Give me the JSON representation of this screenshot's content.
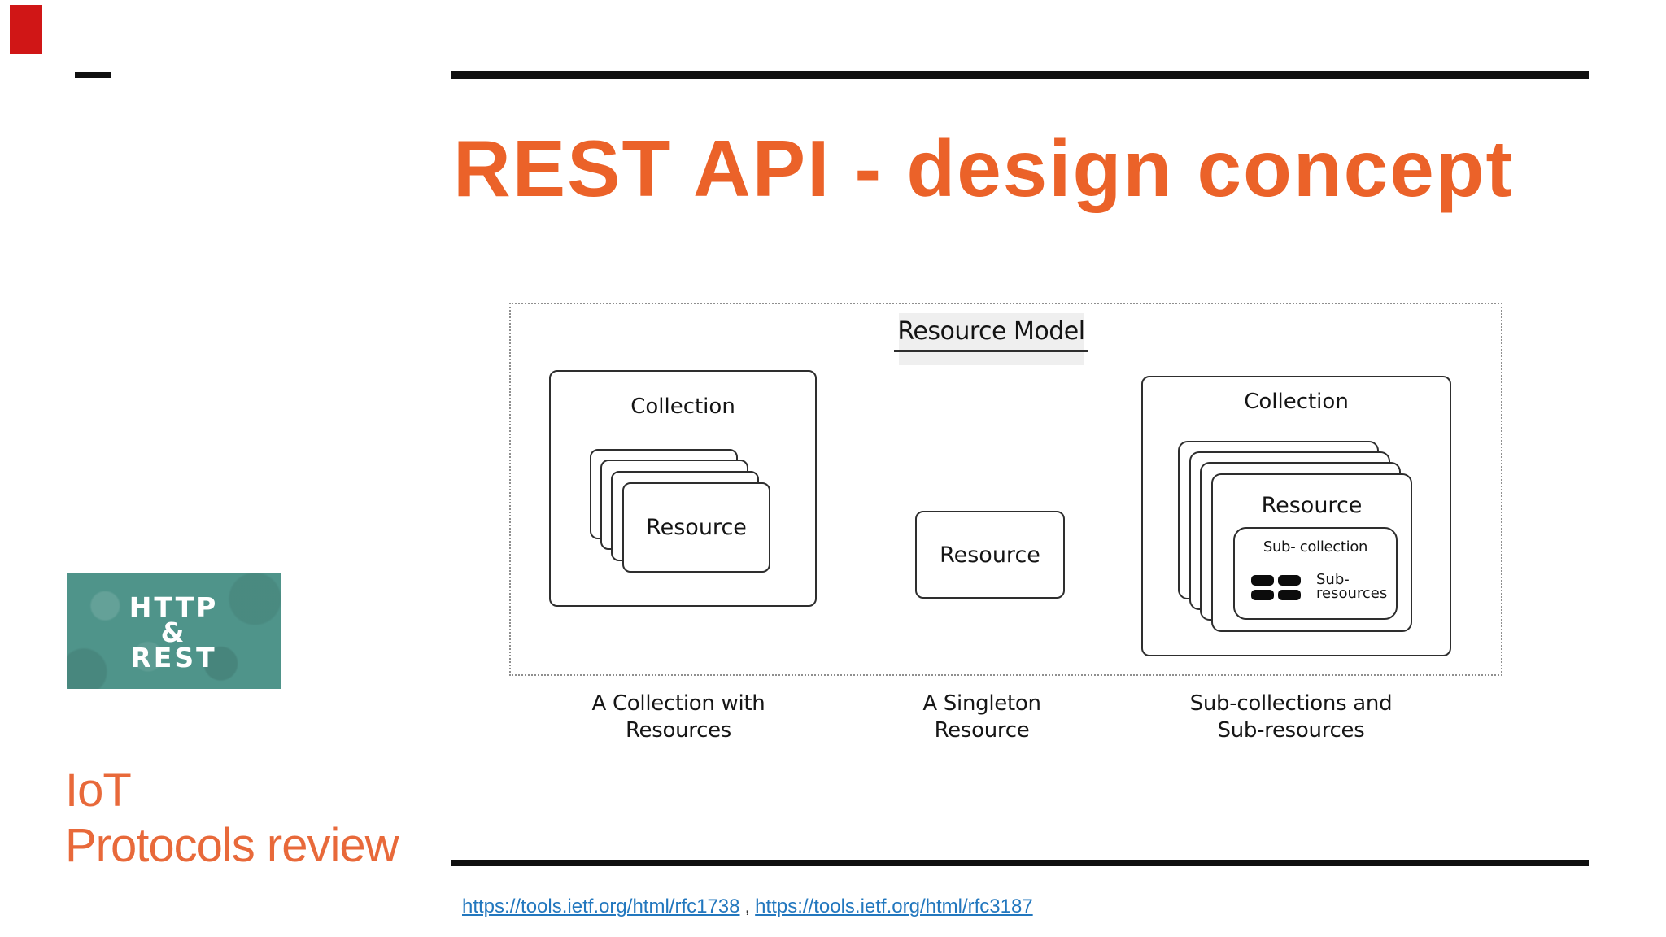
{
  "header": {
    "title": "REST API - design concept"
  },
  "diagram": {
    "heading": "Resource Model",
    "collection": {
      "box_label": "Collection",
      "card_label": "Resource",
      "caption1": "A Collection with",
      "caption2": "Resources"
    },
    "singleton": {
      "card_label": "Resource",
      "caption1": "A Singleton",
      "caption2": "Resource"
    },
    "subcollection": {
      "box_label": "Collection",
      "card_label": "Resource",
      "inner_label": "Sub- collection",
      "subres_line1": "Sub-",
      "subres_line2": "resources",
      "caption1": "Sub-collections and",
      "caption2": "Sub-resources"
    }
  },
  "badge": {
    "line1": "HTTP",
    "line2": "&",
    "line3": "REST"
  },
  "footer": {
    "left_line1": "IoT",
    "left_line2": "Protocols review",
    "link1": "https://tools.ietf.org/html/rfc1738",
    "separator": ",",
    "link2": "https://tools.ietf.org/html/rfc3187"
  },
  "colors": {
    "title_orange": "#eb6229",
    "footer_orange": "#e8693a",
    "red_accent": "#d01616",
    "rule_black": "#101010",
    "badge_teal": "#4f948a",
    "link_blue": "#2277be",
    "heading_bg": "#efefef",
    "diagram_stroke": "#2e2e2e"
  }
}
